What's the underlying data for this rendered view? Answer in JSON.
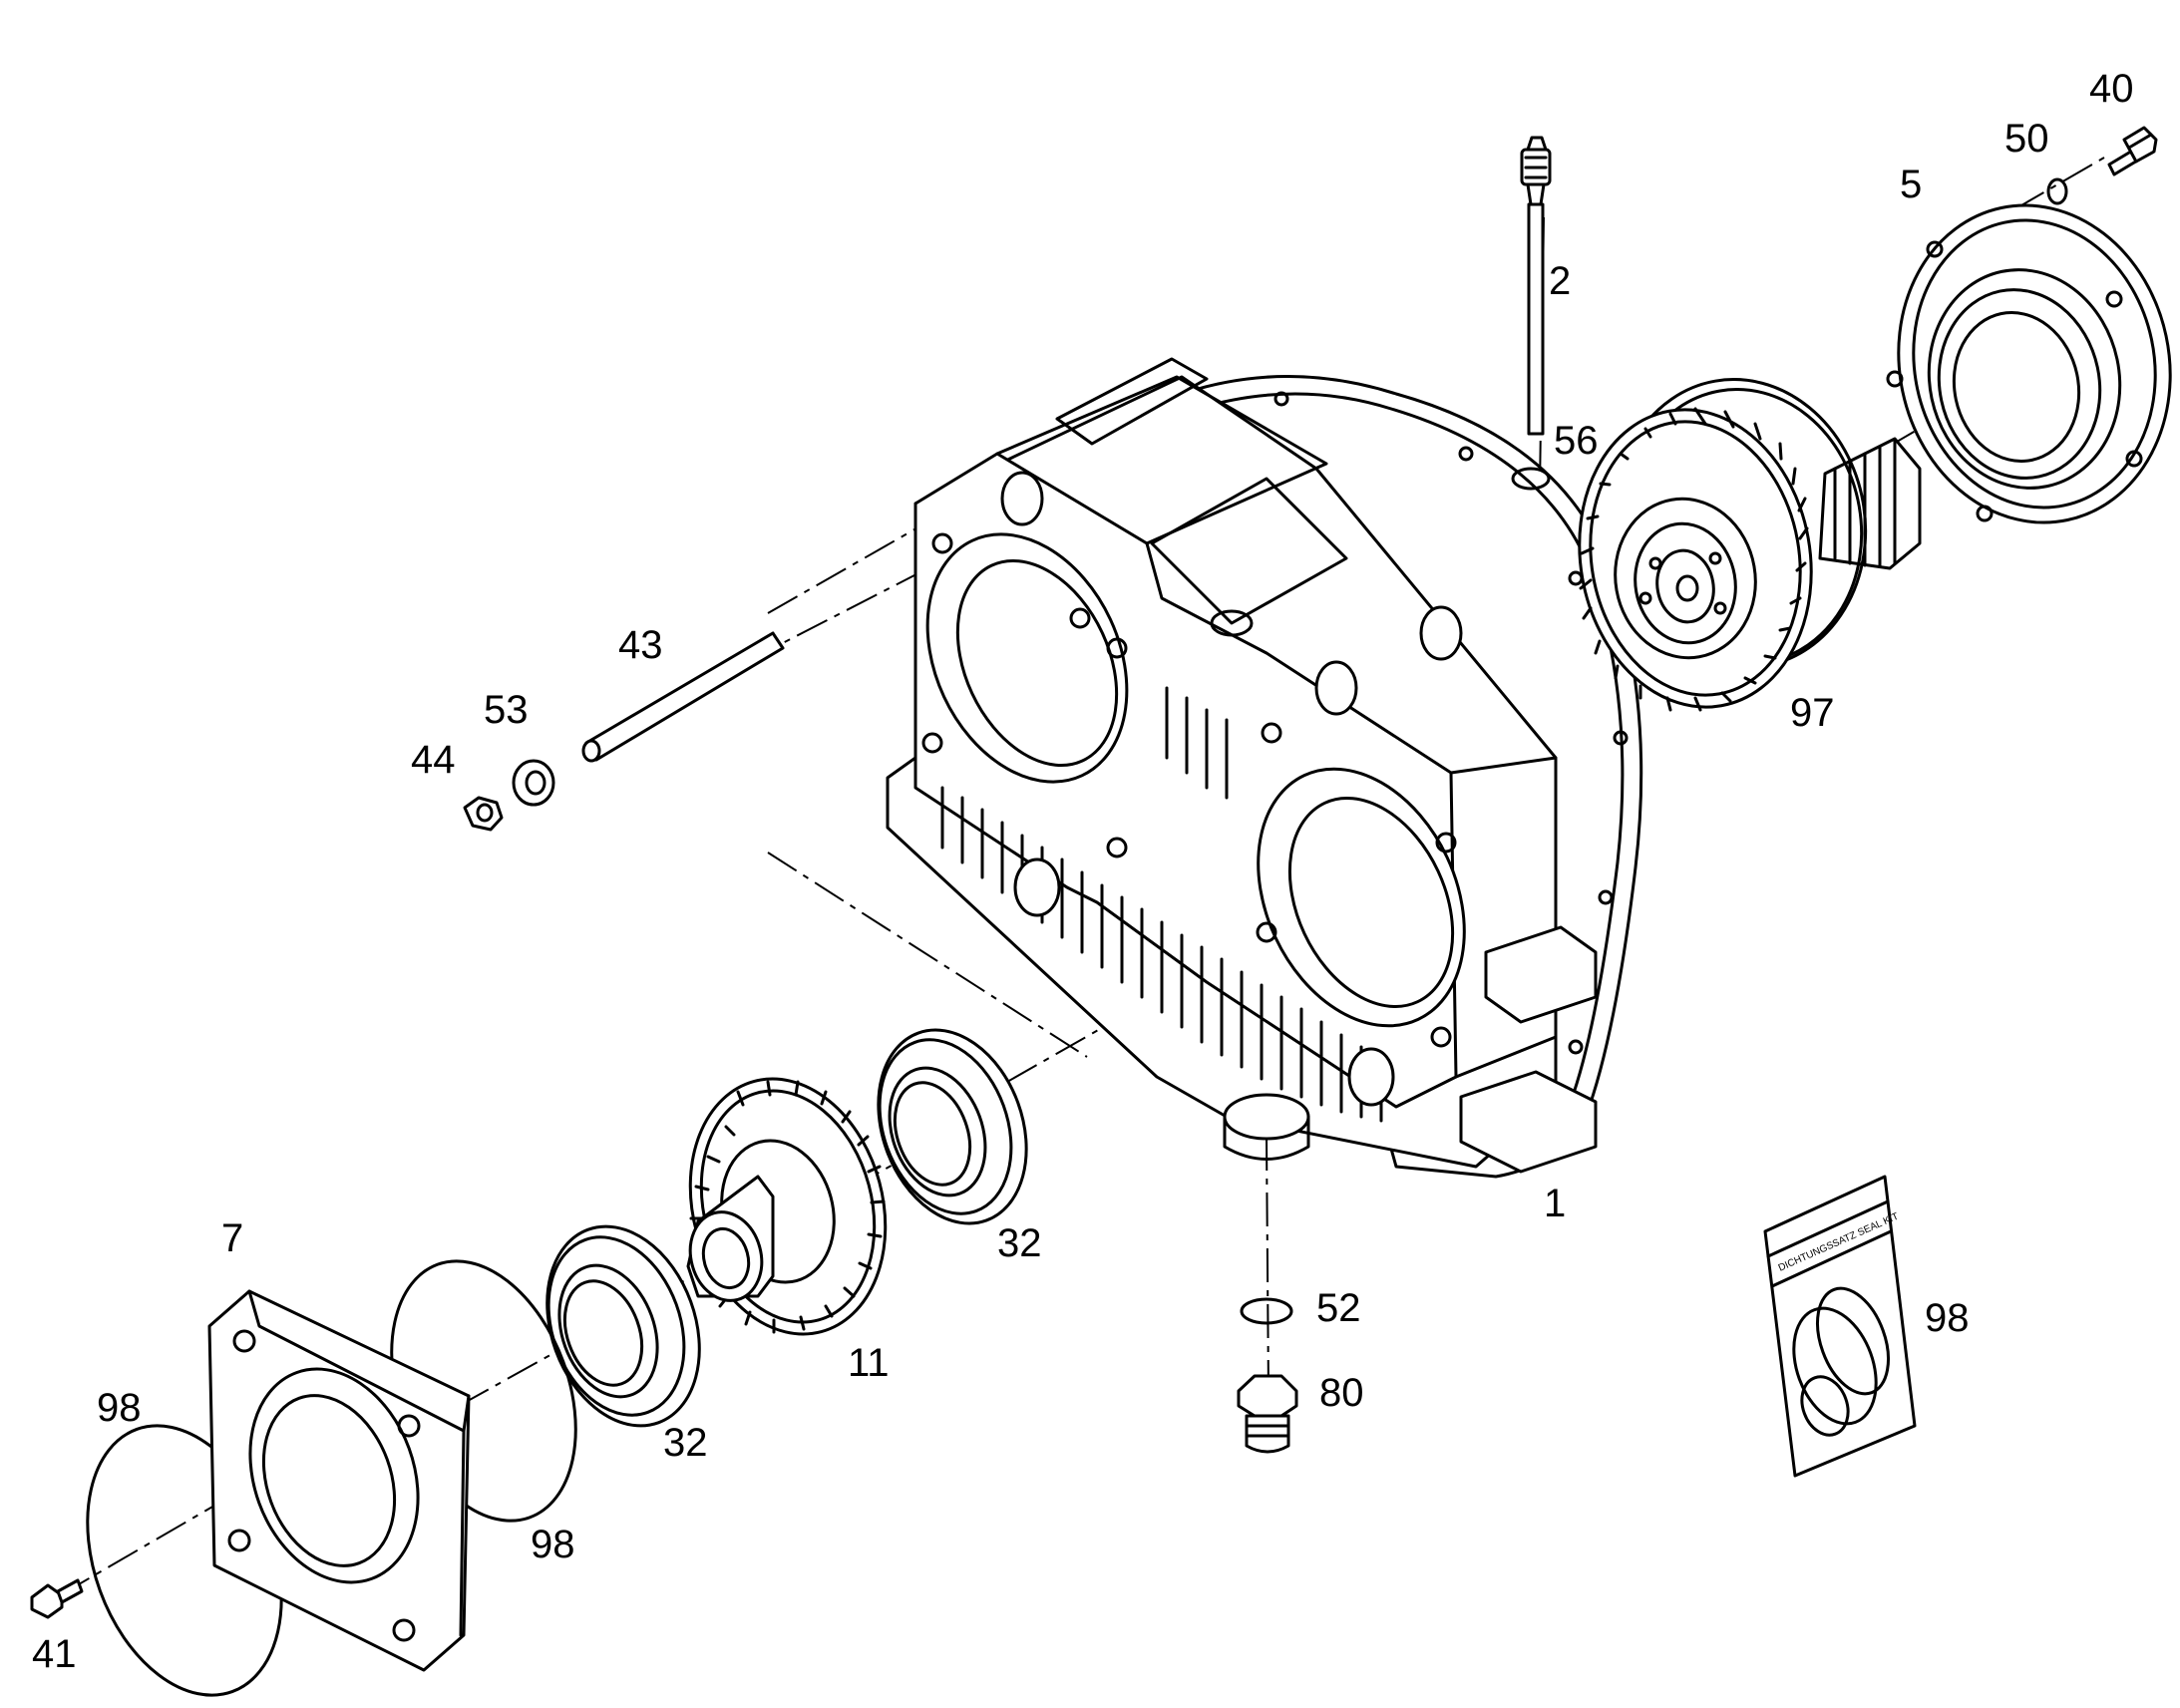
{
  "callouts": {
    "c1": "1",
    "c2": "2",
    "c5": "5",
    "c7": "7",
    "c11": "11",
    "c32a": "32",
    "c32b": "32",
    "c40": "40",
    "c41": "41",
    "c43": "43",
    "c44": "44",
    "c50": "50",
    "c52": "52",
    "c53": "53",
    "c56": "56",
    "c80": "80",
    "c97": "97",
    "c98a": "98",
    "c98b": "98",
    "c98c": "98"
  },
  "seal_kit_label": "DICHTUNGSSATZ SEAL KIT",
  "colors": {
    "line": "#000000",
    "background": "#ffffff"
  }
}
